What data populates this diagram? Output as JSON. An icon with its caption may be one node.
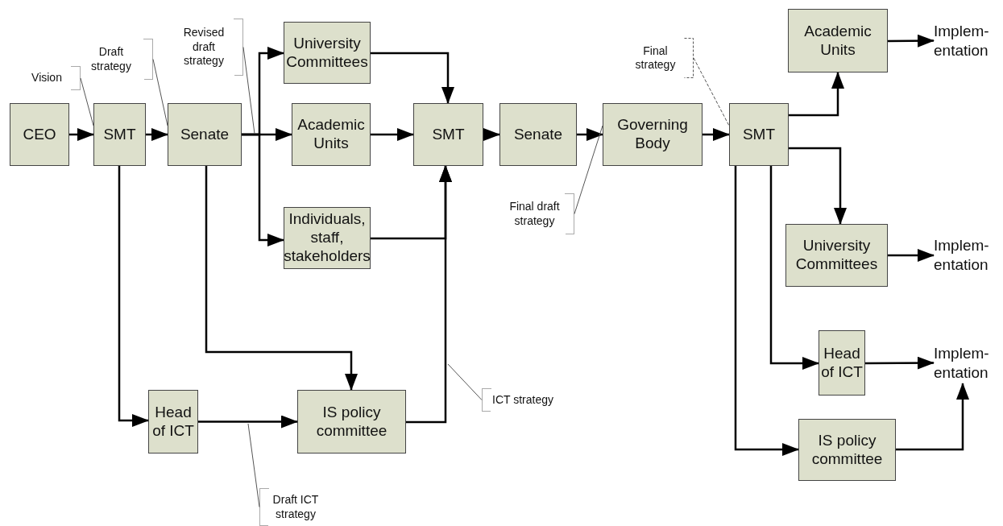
{
  "diagram": {
    "nodes": [
      {
        "text": [
          "CEO"
        ]
      },
      {
        "text": [
          "SMT"
        ]
      },
      {
        "text": [
          "Senate"
        ]
      },
      {
        "text": [
          "University Committees"
        ]
      },
      {
        "text": [
          "Academic Units"
        ]
      },
      {
        "text": [
          "Individuals, staff, stakeholders"
        ]
      },
      {
        "text": [
          "SMT"
        ]
      },
      {
        "text": [
          "Senate"
        ]
      },
      {
        "text": [
          "Governing Body"
        ]
      },
      {
        "text": [
          "SMT"
        ]
      },
      {
        "text": [
          "Academic Units"
        ]
      },
      {
        "text": [
          "Implem- entation"
        ]
      },
      {
        "text": [
          "University Committees"
        ]
      },
      {
        "text": [
          "Implem- entation"
        ]
      },
      {
        "text": [
          "Head of ICT"
        ]
      },
      {
        "text": [
          "Implem- entation"
        ]
      },
      {
        "text": [
          "IS policy committee"
        ]
      },
      {
        "text": [
          "Head of ICT"
        ]
      },
      {
        "text": [
          "IS policy committee"
        ]
      },
      {
        "text": [
          "Vision"
        ]
      },
      {
        "text": [
          "Draft strategy"
        ]
      },
      {
        "text": [
          "Revised draft strategy"
        ]
      },
      {
        "text": [
          "Final draft strategy"
        ]
      },
      {
        "text": [
          "Final strategy"
        ]
      },
      {
        "text": [
          "ICT strategy"
        ]
      },
      {
        "text": [
          "Draft ICT strategy"
        ]
      }
    ],
    "edges": [
      {
        "from": 0,
        "to": 1,
        "arrow": "to"
      },
      {
        "from": 1,
        "to": 2,
        "arrow": "to"
      },
      {
        "from": 2,
        "to": 3,
        "arrow": "to"
      },
      {
        "from": 2,
        "to": 4,
        "arrow": "to"
      },
      {
        "from": 2,
        "to": 5,
        "arrow": "to"
      },
      {
        "from": 3,
        "to": 6,
        "arrow": "to"
      },
      {
        "from": 4,
        "to": 6,
        "arrow": "to"
      },
      {
        "from": 5,
        "to": 6,
        "arrow": "to"
      },
      {
        "from": 18,
        "to": 6,
        "arrow": "to"
      },
      {
        "from": 6,
        "to": 7,
        "arrow": "to"
      },
      {
        "from": 7,
        "to": 8,
        "arrow": "to"
      },
      {
        "from": 8,
        "to": 9,
        "arrow": "to"
      },
      {
        "from": 9,
        "to": 10,
        "arrow": "to"
      },
      {
        "from": 10,
        "to": 11,
        "arrow": "to"
      },
      {
        "from": 9,
        "to": 12,
        "arrow": "to"
      },
      {
        "from": 12,
        "to": 13,
        "arrow": "to"
      },
      {
        "from": 9,
        "to": 14,
        "arrow": "to"
      },
      {
        "from": 14,
        "to": 15,
        "arrow": "to"
      },
      {
        "from": 9,
        "to": 16,
        "arrow": "to"
      },
      {
        "from": 16,
        "to": 15,
        "arrow": "to"
      },
      {
        "from": 1,
        "to": 17,
        "arrow": "to"
      },
      {
        "from": 2,
        "to": 18,
        "arrow": "to"
      },
      {
        "from": 17,
        "to": 18,
        "arrow": "to"
      },
      {
        "from": 19,
        "to": 1,
        "arrow": "none"
      },
      {
        "from": 20,
        "to": 2,
        "arrow": "none"
      },
      {
        "from": 21,
        "to": null,
        "arrow": "none"
      },
      {
        "from": 22,
        "to": 8,
        "arrow": "none"
      },
      {
        "from": 23,
        "to": 9,
        "arrow": "none",
        "style": "dashed"
      },
      {
        "from": 24,
        "to": null,
        "arrow": "none"
      },
      {
        "from": 25,
        "to": null,
        "arrow": "none"
      }
    ]
  }
}
